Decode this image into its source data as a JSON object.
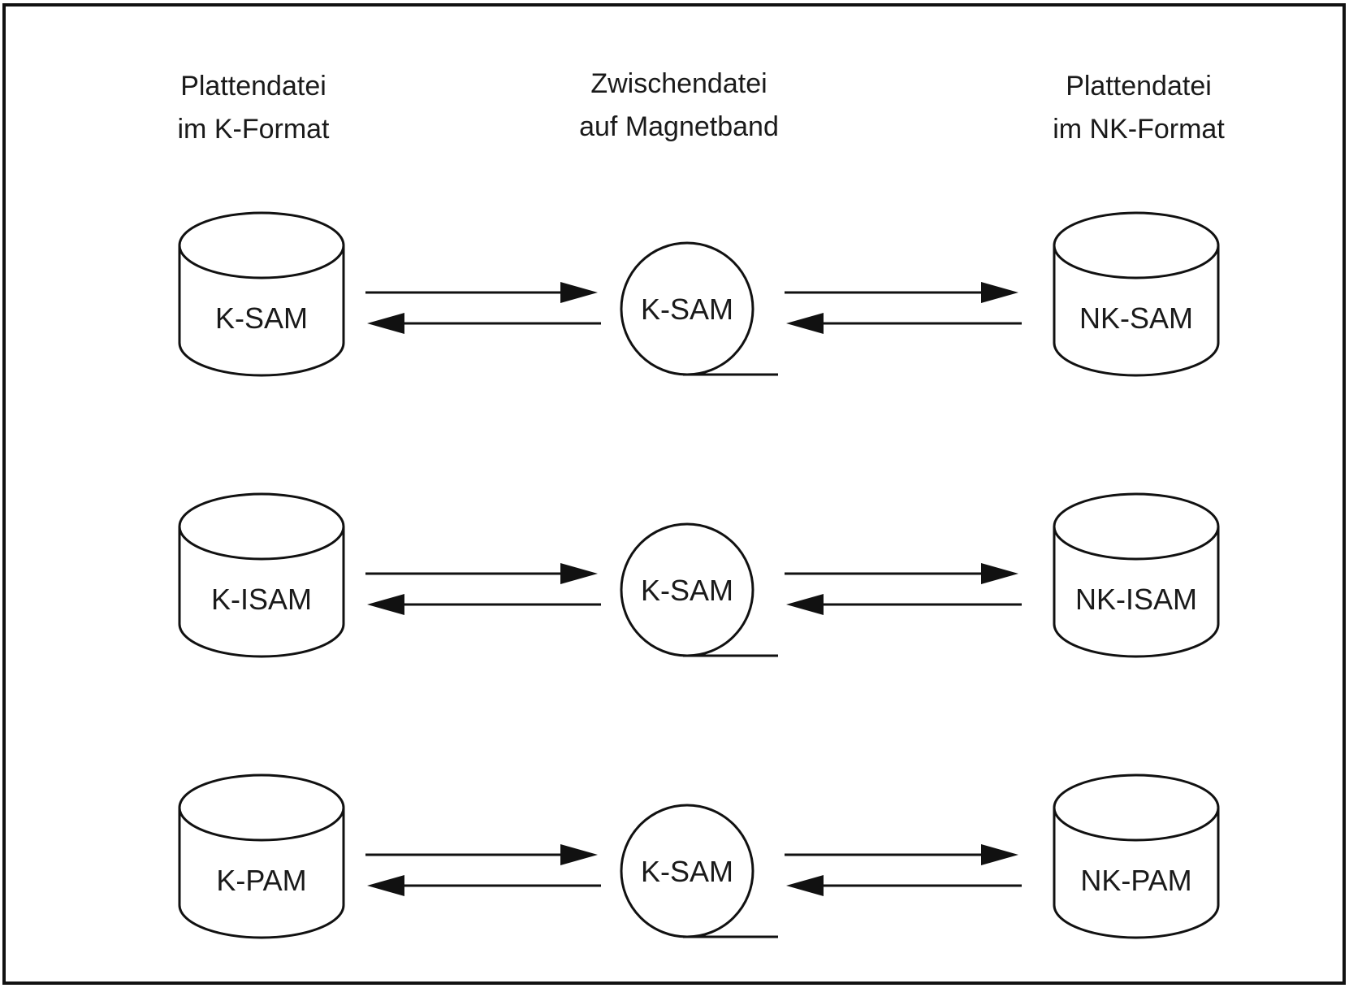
{
  "headers": {
    "left": [
      "Plattendatei",
      "im K-Format"
    ],
    "middle": [
      "Zwischendatei",
      "auf Magnetband"
    ],
    "right": [
      "Plattendatei",
      "im NK-Format"
    ]
  },
  "rows": [
    {
      "source": "K-SAM",
      "tape": "K-SAM",
      "target": "NK-SAM"
    },
    {
      "source": "K-ISAM",
      "tape": "K-SAM",
      "target": "NK-ISAM"
    },
    {
      "source": "K-PAM",
      "tape": "K-SAM",
      "target": "NK-PAM"
    }
  ],
  "colors": {
    "line": "#111111",
    "background": "#ffffff"
  }
}
